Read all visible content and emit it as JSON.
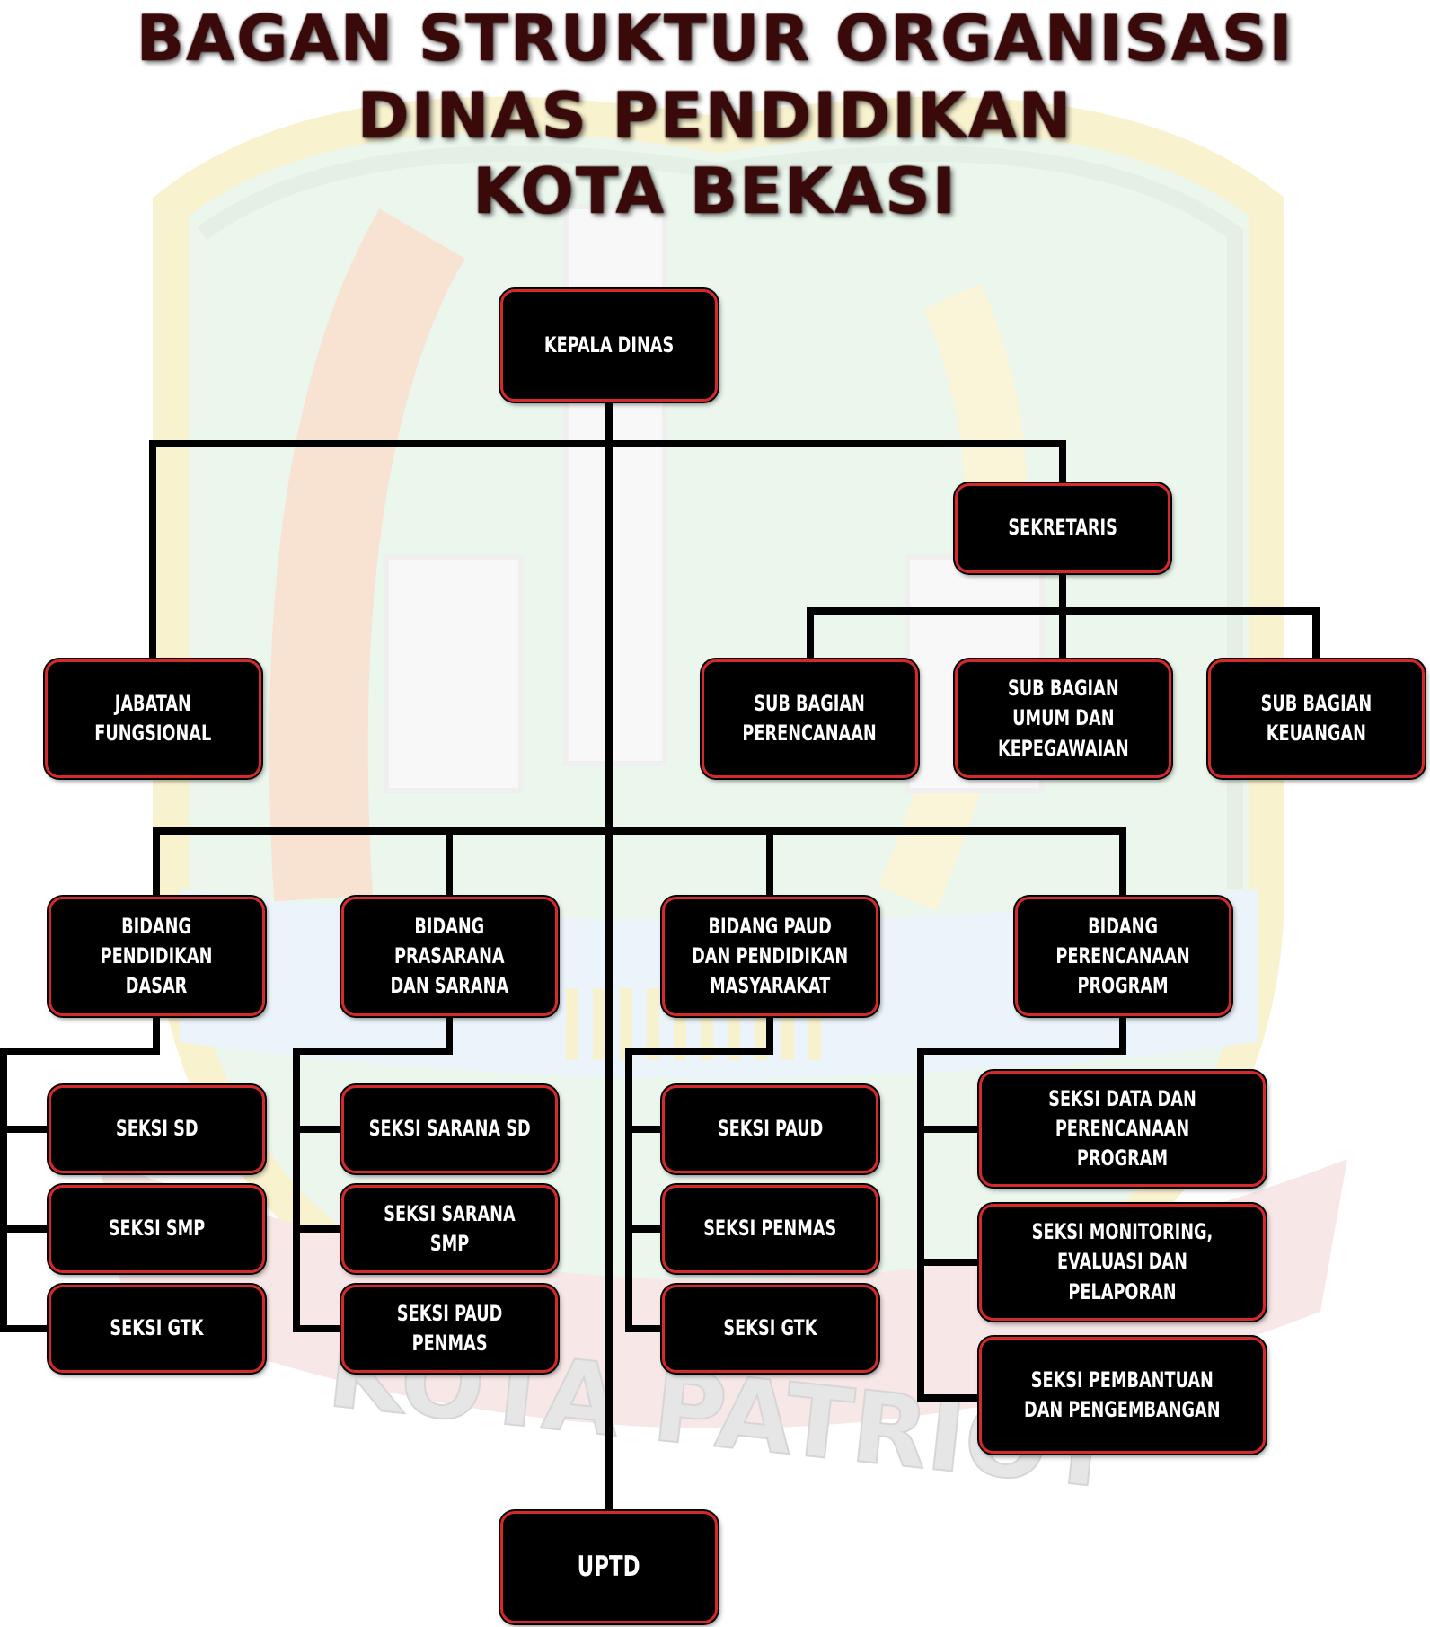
{
  "title": {
    "line1": "BAGAN STRUKTUR ORGANISASI",
    "line2": "DINAS PENDIDIKAN",
    "line3": "KOTA BEKASI"
  },
  "watermark": {
    "motto": "KOTA PATRIOT"
  },
  "colors": {
    "box_fill": "#000000",
    "box_border": "#d42a2a",
    "title": "#3a0a0a",
    "connector": "#000000"
  },
  "nodes": {
    "kepala_dinas": "KEPALA DINAS",
    "sekretaris": "SEKRETARIS",
    "jabatan_fungsional": "JABATAN\nFUNGSIONAL",
    "sub_perencanaan": "SUB BAGIAN\nPERENCANAAN",
    "sub_umum": "SUB BAGIAN\nUMUM DAN\nKEPEGAWAIAN",
    "sub_keuangan": "SUB BAGIAN\nKEUANGAN",
    "bidang_dasar": "BIDANG\nPENDIDIKAN\nDASAR",
    "bidang_prasarana": "BIDANG\nPRASARANA\nDAN SARANA",
    "bidang_paud": "BIDANG PAUD\nDAN PENDIDIKAN\nMASYARAKAT",
    "bidang_perencanaan": "BIDANG\nPERENCANAAN\nPROGRAM",
    "seksi_sd": "SEKSI SD",
    "seksi_smp": "SEKSI SMP",
    "seksi_gtk_1": "SEKSI GTK",
    "seksi_sarana_sd": "SEKSI SARANA SD",
    "seksi_sarana_smp": "SEKSI SARANA SMP",
    "seksi_paud_penmas": "SEKSI PAUD\nPENMAS",
    "seksi_paud": "SEKSI PAUD",
    "seksi_penmas": "SEKSI PENMAS",
    "seksi_gtk_2": "SEKSI GTK",
    "seksi_data": "SEKSI DATA DAN\nPERENCANAAN PROGRAM",
    "seksi_monitoring": "SEKSI MONITORING,\nEVALUASI DAN PELAPORAN",
    "seksi_pembantuan": "SEKSI PEMBANTUAN\nDAN PENGEMBANGAN",
    "uptd": "UPTD"
  }
}
